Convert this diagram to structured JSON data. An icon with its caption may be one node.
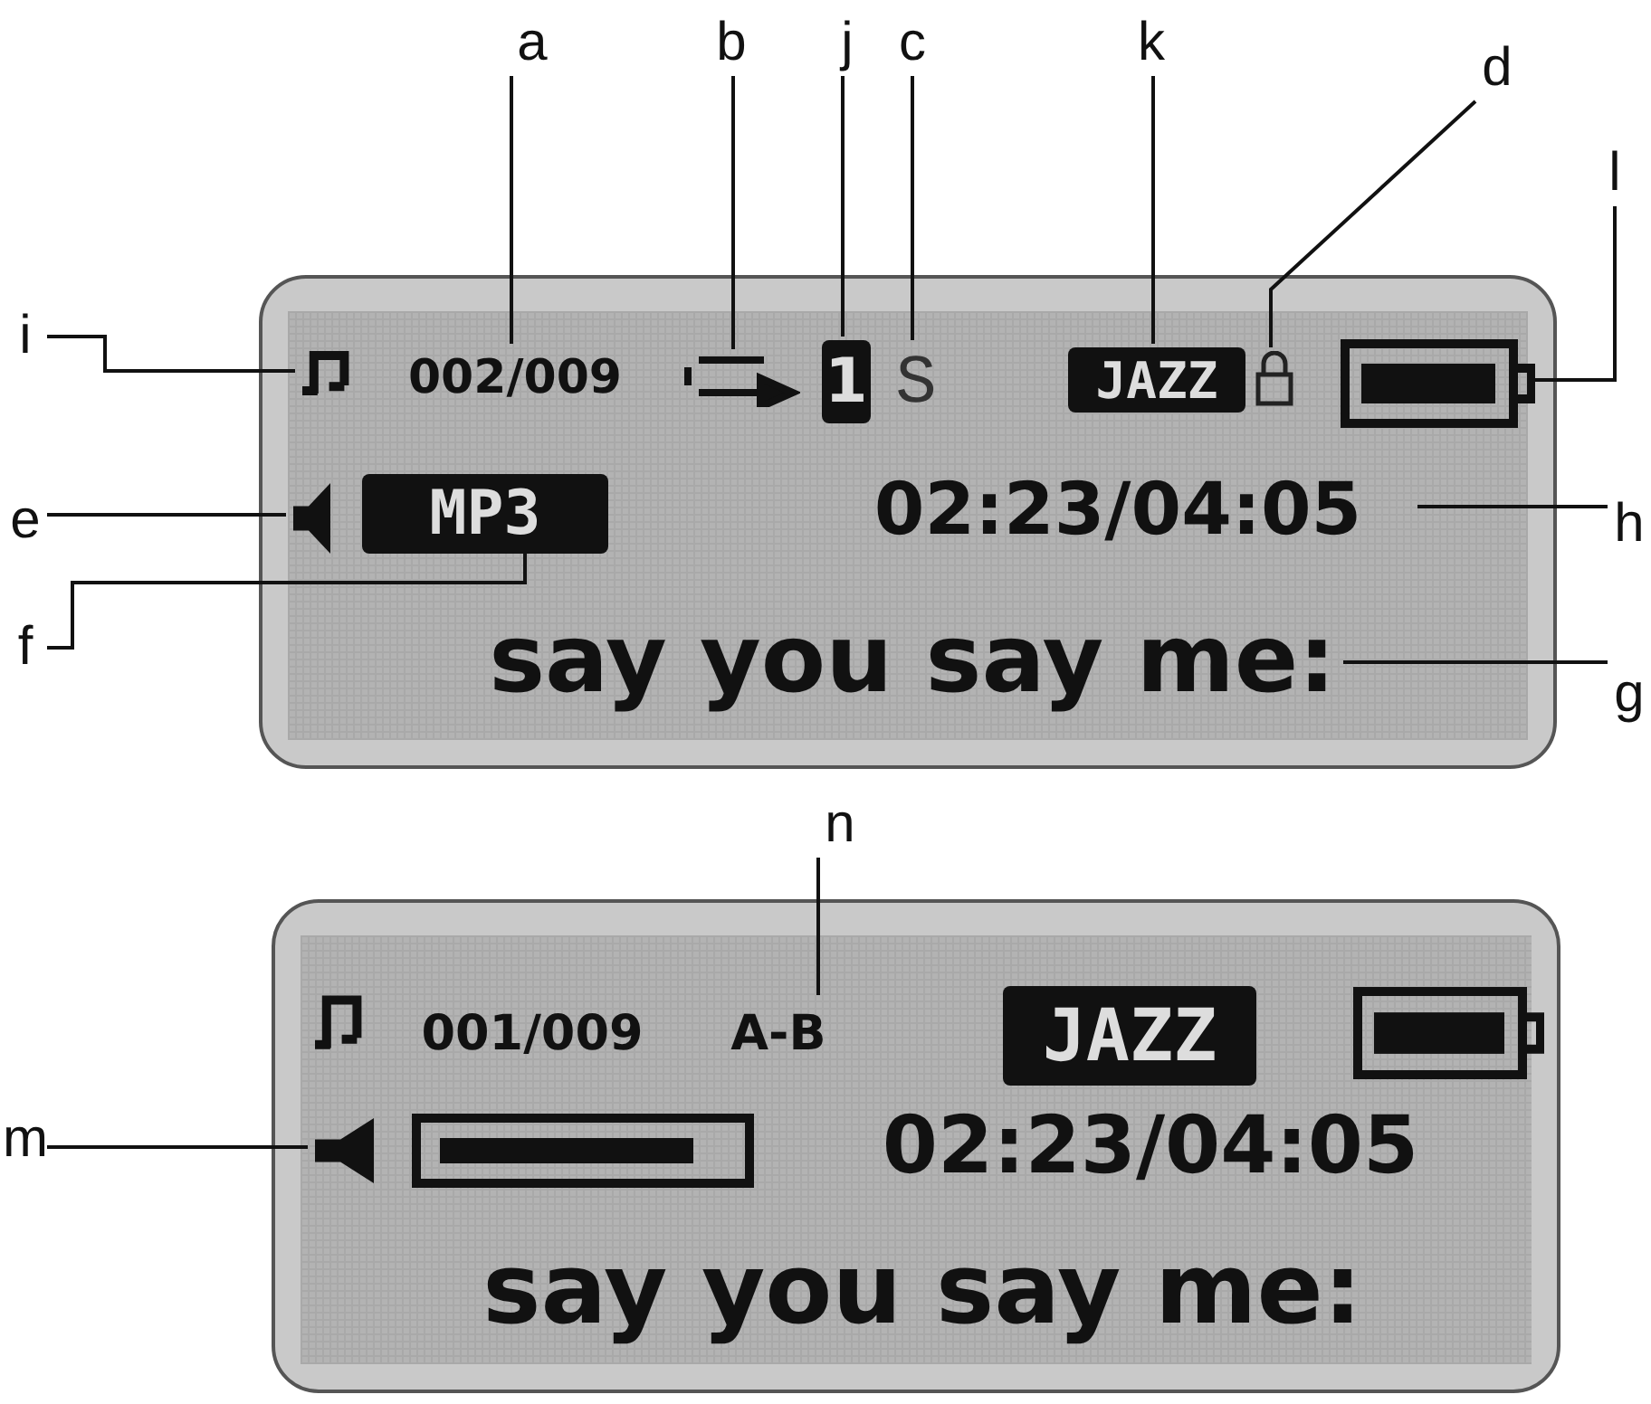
{
  "diagram": {
    "nodes": [
      {
        "text": [
          "a"
        ]
      },
      {
        "text": [
          "b"
        ]
      },
      {
        "text": [
          "j"
        ]
      },
      {
        "text": [
          "c"
        ]
      },
      {
        "text": [
          "k"
        ]
      },
      {
        "text": [
          "d"
        ]
      },
      {
        "text": [
          "i"
        ]
      },
      {
        "text": [
          "l"
        ]
      },
      {
        "text": [
          "e"
        ]
      },
      {
        "text": [
          "h"
        ]
      },
      {
        "text": [
          "f"
        ]
      },
      {
        "text": [
          "g"
        ]
      },
      {
        "text": [],
        "shape": "box"
      },
      {
        "text": [],
        "shape": "note",
        "in": 12
      },
      {
        "text": [
          "002/009"
        ],
        "in": 12
      },
      {
        "text": [],
        "shape": "arrow",
        "in": 12
      },
      {
        "text": [
          "1"
        ],
        "in": 12
      },
      {
        "text": [
          "S"
        ],
        "in": 12
      },
      {
        "text": [
          "JAZZ"
        ],
        "in": 12
      },
      {
        "text": [],
        "shape": "lock",
        "in": 12
      },
      {
        "text": [],
        "shape": "battery",
        "in": 12
      },
      {
        "text": [],
        "shape": "speaker",
        "in": 12
      },
      {
        "text": [
          "MP3"
        ],
        "in": 12
      },
      {
        "text": [
          "02:23/04:05"
        ],
        "in": 12
      },
      {
        "text": [
          "say you say me:"
        ],
        "in": 12
      },
      {
        "text": [
          "n"
        ]
      },
      {
        "text": [
          "m"
        ]
      },
      {
        "text": [],
        "shape": "box"
      },
      {
        "text": [],
        "shape": "note",
        "in": 27
      },
      {
        "text": [
          "001/009"
        ],
        "in": 27
      },
      {
        "text": [
          "A-B"
        ],
        "in": 27
      },
      {
        "text": [
          "JAZZ"
        ],
        "in": 27
      },
      {
        "text": [],
        "shape": "battery",
        "in": 27
      },
      {
        "text": [],
        "shape": "speaker",
        "in": 27
      },
      {
        "text": [
          "02:23/04:05"
        ],
        "in": 27
      },
      {
        "text": [
          "say you say me:"
        ],
        "in": 27
      }
    ],
    "edges": [
      {
        "from": 0,
        "to": 14,
        "arrow": "none"
      },
      {
        "from": 1,
        "to": 15,
        "arrow": "none"
      },
      {
        "from": 2,
        "to": 16,
        "arrow": "none"
      },
      {
        "from": 3,
        "to": 17,
        "arrow": "none"
      },
      {
        "from": 4,
        "to": 18,
        "arrow": "none"
      },
      {
        "from": 5,
        "to": 19,
        "arrow": "none"
      },
      {
        "from": 6,
        "to": 13,
        "arrow": "none"
      },
      {
        "from": 7,
        "to": 20,
        "arrow": "none"
      },
      {
        "from": 8,
        "to": 21,
        "arrow": "none"
      },
      {
        "from": 9,
        "to": 23,
        "arrow": "none"
      },
      {
        "from": 10,
        "to": 22,
        "arrow": "none"
      },
      {
        "from": 11,
        "to": 24,
        "arrow": "none"
      },
      {
        "from": 25,
        "to": 30,
        "arrow": "none"
      },
      {
        "from": 26,
        "to": 33,
        "arrow": "none"
      }
    ]
  }
}
